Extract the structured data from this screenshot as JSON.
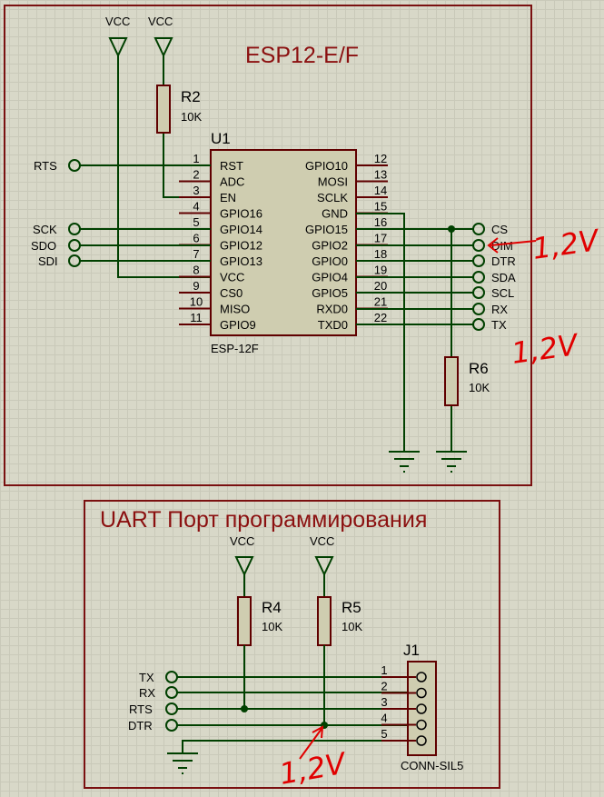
{
  "blocks": {
    "esp_title": "ESP12-E/F",
    "uart_title": "UART Порт программирования"
  },
  "u1": {
    "ref": "U1",
    "part": "ESP-12F",
    "left_pins": [
      {
        "num": "1",
        "name": "RST"
      },
      {
        "num": "2",
        "name": "ADC"
      },
      {
        "num": "3",
        "name": "EN"
      },
      {
        "num": "4",
        "name": "GPIO16"
      },
      {
        "num": "5",
        "name": "GPIO14"
      },
      {
        "num": "6",
        "name": "GPIO12"
      },
      {
        "num": "7",
        "name": "GPIO13"
      },
      {
        "num": "8",
        "name": "VCC"
      },
      {
        "num": "9",
        "name": "CS0"
      },
      {
        "num": "10",
        "name": "MISO"
      },
      {
        "num": "11",
        "name": "GPIO9"
      }
    ],
    "right_pins": [
      {
        "num": "12",
        "name": "GPIO10"
      },
      {
        "num": "13",
        "name": "MOSI"
      },
      {
        "num": "14",
        "name": "SCLK"
      },
      {
        "num": "15",
        "name": "GND"
      },
      {
        "num": "16",
        "name": "GPIO15"
      },
      {
        "num": "17",
        "name": "GPIO2"
      },
      {
        "num": "18",
        "name": "GPIO0"
      },
      {
        "num": "19",
        "name": "GPIO4"
      },
      {
        "num": "20",
        "name": "GPIO5"
      },
      {
        "num": "21",
        "name": "RXD0"
      },
      {
        "num": "22",
        "name": "TXD0"
      }
    ]
  },
  "esp_left_terminals": [
    "RTS",
    "SCK",
    "SDO",
    "SDI"
  ],
  "esp_right_terminals": [
    "CS",
    "DIM",
    "DTR",
    "SDA",
    "SCL",
    "RX",
    "TX"
  ],
  "power_labels": {
    "vcc1": "VCC",
    "vcc2": "VCC",
    "vcc3": "VCC",
    "vcc4": "VCC"
  },
  "resistors": {
    "r2": {
      "ref": "R2",
      "value": "10K"
    },
    "r6": {
      "ref": "R6",
      "value": "10K"
    },
    "r4": {
      "ref": "R4",
      "value": "10K"
    },
    "r5": {
      "ref": "R5",
      "value": "10K"
    }
  },
  "j1": {
    "ref": "J1",
    "part": "CONN-SIL5",
    "pins": [
      "1",
      "2",
      "3",
      "4",
      "5"
    ]
  },
  "uart_terminals": [
    "TX",
    "RX",
    "RTS",
    "DTR"
  ],
  "annotations": [
    "1,2V",
    "1,2V",
    "1,2V"
  ],
  "colors": {
    "frame": "#7a1010",
    "wire": "#004000",
    "annotation": "#e00000"
  }
}
